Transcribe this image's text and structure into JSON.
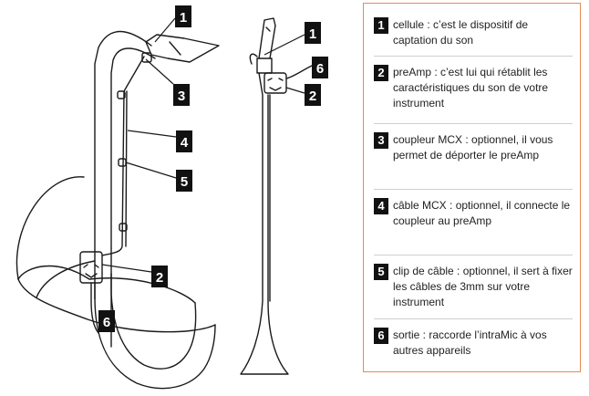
{
  "callouts": [
    {
      "num": "1",
      "text": "cellule : c’est le dispositif de captation du son"
    },
    {
      "num": "2",
      "text": "preAmp : c’est lui qui rétablit les caractéristiques du son de votre instrument"
    },
    {
      "num": "3",
      "text": "coupleur MCX : optionnel, il vous permet de déporter le preAmp"
    },
    {
      "num": "4",
      "text": "câble MCX : optionnel, il connecte le coupleur au preAmp"
    },
    {
      "num": "5",
      "text": "clip de câble : optionnel, il sert à fixer les câbles de 3mm sur votre instrument"
    },
    {
      "num": "6",
      "text": "sortie : raccorde l’intraMic à vos autres appareils"
    }
  ],
  "colors": {
    "legend_border": "#e88a4f",
    "tag_fill": "#111111",
    "line": "#1a1a1a"
  }
}
